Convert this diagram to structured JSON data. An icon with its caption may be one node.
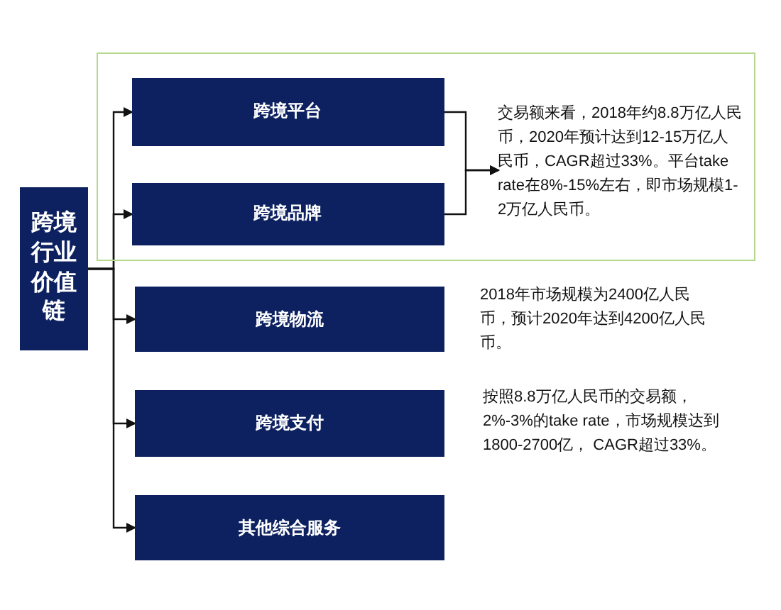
{
  "diagram": {
    "nodes": [
      {
        "text": [
          "跨境行业价值链"
        ]
      },
      {
        "text": [],
        "shape": "box"
      },
      {
        "text": [
          "跨境平台"
        ],
        "in": 1
      },
      {
        "text": [
          "跨境品牌"
        ],
        "in": 1
      },
      {
        "text": [
          "交易额来看，2018年约8.8万亿人民币，2020年预计达到12-15万亿人民币，CAGR超过33%。平台take rate在8%-15%左右，即市场规模1-2万亿人民币。"
        ],
        "in": 1
      },
      {
        "text": [
          "跨境物流"
        ],
        "beside": [
          "2018年市场规模为2400亿人民币，预计2020年达到4200亿人民币。"
        ]
      },
      {
        "text": [
          "跨境支付"
        ],
        "beside": [
          "按照8.8万亿人民币的交易额，2%-3%的take rate，市场规模达到1800-2700亿， CAGR超过33%。"
        ]
      },
      {
        "text": [
          "其他综合服务"
        ]
      }
    ],
    "edges": [
      {
        "from": 0,
        "to": 2,
        "arrow": "to"
      },
      {
        "from": 0,
        "to": 3,
        "arrow": "to"
      },
      {
        "from": 0,
        "to": 5,
        "arrow": "to"
      },
      {
        "from": 0,
        "to": 6,
        "arrow": "to"
      },
      {
        "from": 0,
        "to": 7,
        "arrow": "to"
      },
      {
        "from": 2,
        "to": 4,
        "arrow": "to"
      },
      {
        "from": 3,
        "to": 4,
        "arrow": "to"
      }
    ]
  }
}
